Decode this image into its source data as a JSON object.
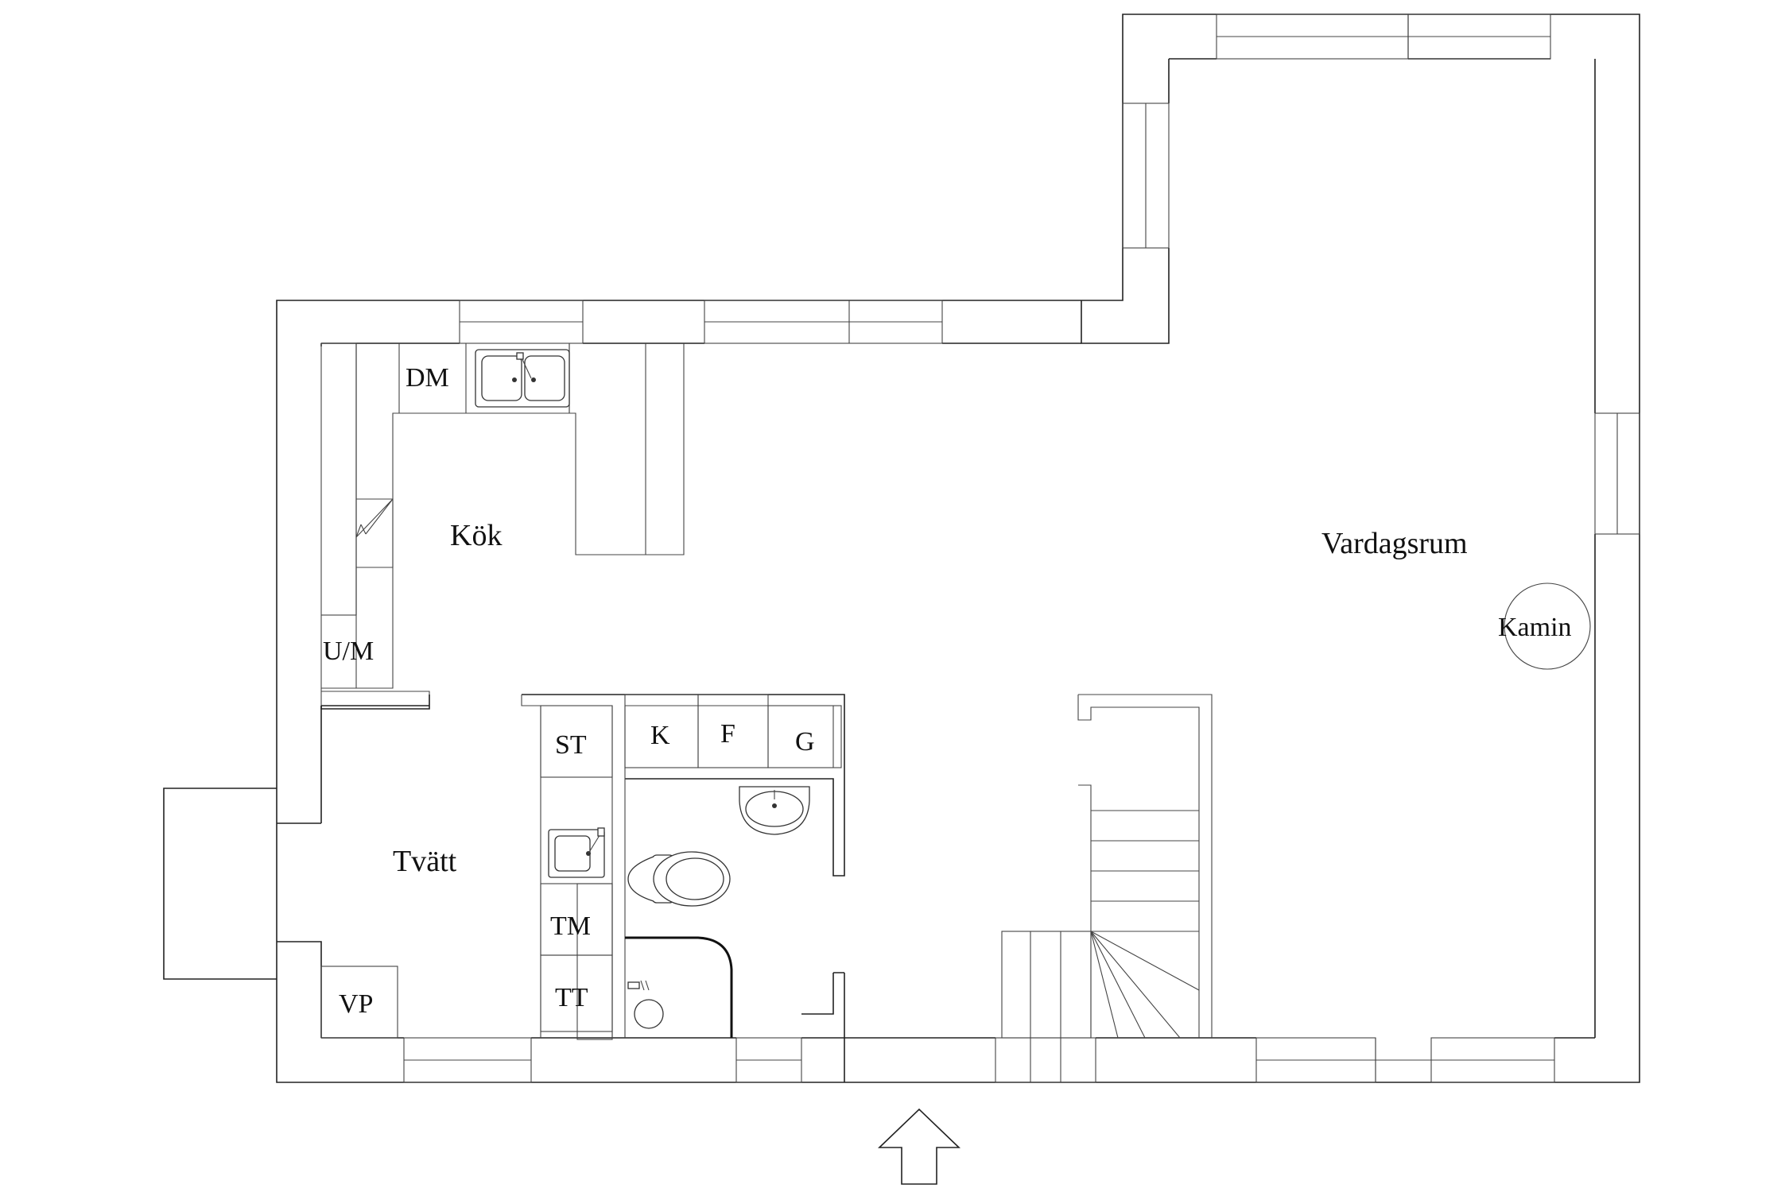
{
  "rooms": {
    "kitchen": "Kök",
    "living": "Vardagsrum",
    "laundry": "Tvätt"
  },
  "fixtures": {
    "dishwasher": "DM",
    "oven_microwave": "U/M",
    "fireplace": "Kamin",
    "cabinet": "ST",
    "fridge_k": "K",
    "freezer_f": "F",
    "g": "G",
    "washing_machine": "TM",
    "dryer": "TT",
    "heat_pump": "VP"
  },
  "icons": [
    "double-sink-icon",
    "laundry-sink-icon",
    "wash-basin-icon",
    "toilet-icon",
    "shower-icon",
    "entrance-arrow-icon"
  ],
  "colors": {
    "line": "#222222",
    "background": "#ffffff"
  }
}
